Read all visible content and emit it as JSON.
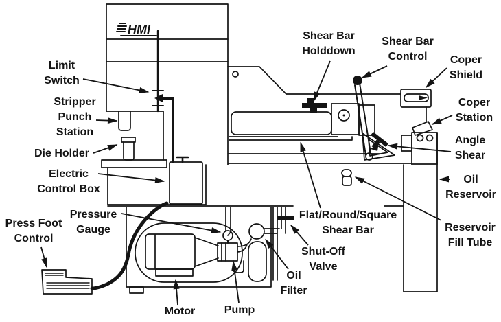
{
  "page": {
    "background": "#ffffff",
    "ink": "#141414"
  },
  "logo": {
    "text": "HMI"
  },
  "labels": {
    "limit_switch": "Limit\nSwitch",
    "stripper_punch_station": "Stripper\nPunch\nStation",
    "die_holder": "Die Holder",
    "electric_control_box": "Electric\nControl Box",
    "pressure_gauge": "Pressure\nGauge",
    "press_foot_control": "Press Foot\nControl",
    "motor": "Motor",
    "pump": "Pump",
    "oil_filter": "Oil\nFilter",
    "shut_off_valve": "Shut-Off\nValve",
    "flat_round_square_shear_bar": "Flat/Round/Square\nShear Bar",
    "shear_bar_holddown": "Shear Bar\nHolddown",
    "shear_bar_control": "Shear Bar\nControl",
    "coper_shield": "Coper\nShield",
    "coper_station": "Coper\nStation",
    "angle_shear": "Angle\nShear",
    "oil_reservoir": "Oil\nReservoir",
    "reservoir_fill_tube": "Reservoir\nFill Tube"
  }
}
